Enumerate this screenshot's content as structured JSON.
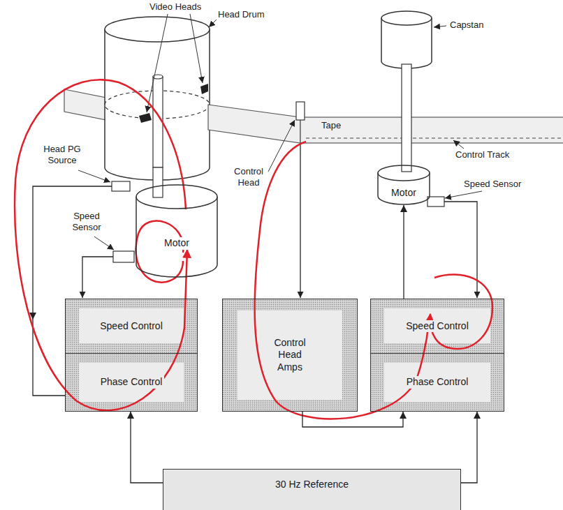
{
  "diagram": {
    "nodes": [
      {
        "text": [
          "Motor"
        ]
      },
      {
        "text": [
          "Motor"
        ]
      },
      {
        "text": [
          "Speed Control"
        ]
      },
      {
        "text": [
          "Phase Control"
        ]
      },
      {
        "text": [
          "Control Head Amps"
        ]
      },
      {
        "text": [
          "Speed Control"
        ]
      },
      {
        "text": [
          "Phase Control"
        ]
      },
      {
        "text": [
          "30 Hz Reference"
        ]
      }
    ],
    "edges": [
      {
        "from": 5,
        "to": 1,
        "arrow": "to"
      },
      {
        "from": 4,
        "to": 6,
        "arrow": "to"
      },
      {
        "from": 7,
        "to": 3,
        "arrow": "to"
      },
      {
        "from": 7,
        "to": 6,
        "arrow": "to"
      }
    ],
    "labels": [
      "Video Heads",
      "Head Drum",
      "Capstan",
      "Head PG Source",
      "Tape",
      "Control Head",
      "Control Track",
      "Speed Sensor",
      "Speed Sensor"
    ]
  }
}
